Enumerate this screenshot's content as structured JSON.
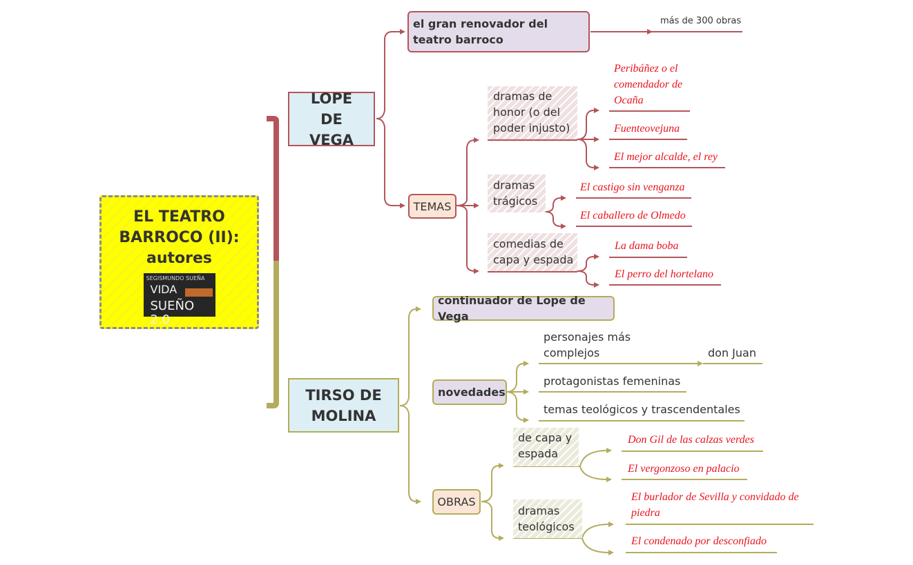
{
  "central": {
    "title": "EL TEATRO BARROCO (II): autores",
    "logo_lines": [
      "SEGISMUNDO SUEÑA",
      "VIDA",
      "SUEÑO 2.0"
    ]
  },
  "lope": {
    "label": "LOPE DE VEGA",
    "renovador": "el gran renovador del teatro barroco",
    "obras_count": "más de 300 obras",
    "temas_label": "TEMAS",
    "honor": {
      "label": "dramas de honor (o del poder injusto)",
      "works": [
        "Peribáñez o el comendador de Ocaña",
        "Fuenteovejuna",
        "El mejor alcalde, el rey"
      ]
    },
    "tragicos": {
      "label": "dramas trágicos",
      "works": [
        "El castigo sin venganza",
        "El caballero de Olmedo"
      ]
    },
    "comedias": {
      "label": "comedias de capa y espada",
      "works": [
        "La dama boba",
        "El perro del hortelano"
      ]
    }
  },
  "tirso": {
    "label": "TIRSO DE MOLINA",
    "continuador": "continuador de Lope de Vega",
    "novedades_label": "novedades",
    "novedades": [
      "personajes más complejos",
      "protagonistas femeninas",
      "temas teológicos y trascendentales"
    ],
    "don_juan": "don Juan",
    "obras_label": "OBRAS",
    "capa": {
      "label": "de capa y espada",
      "works": [
        "Don Gil de las calzas verdes",
        "El vergonzoso en palacio"
      ]
    },
    "teologicos": {
      "label": "dramas teológicos",
      "works": [
        "El burlador de Sevilla y convidado de piedra",
        "El condenado por desconfiado"
      ]
    }
  },
  "colors": {
    "lope_branch": "#b35559",
    "tirso_branch": "#b3ac5c",
    "central_fill": "#ffff00",
    "works_text": "#e8141e"
  }
}
